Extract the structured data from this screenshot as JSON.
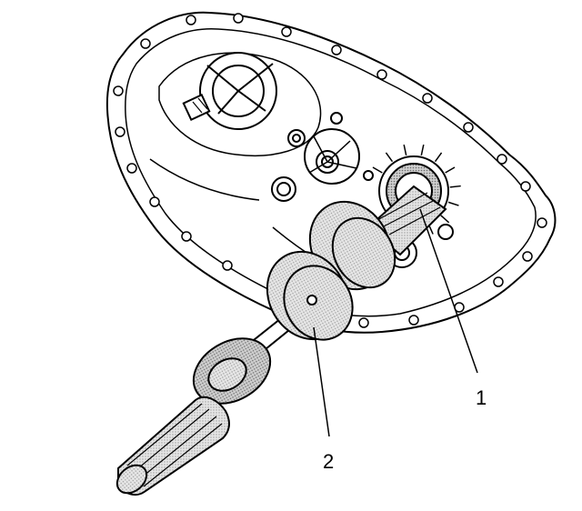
{
  "diagram": {
    "callouts": [
      {
        "id": "1",
        "label": "1"
      },
      {
        "id": "2",
        "label": "2"
      }
    ]
  },
  "colors": {
    "ink": "#000000",
    "paper": "#ffffff",
    "stipple": "#d9d9d9",
    "stipple_dark": "#bdbdbd"
  }
}
